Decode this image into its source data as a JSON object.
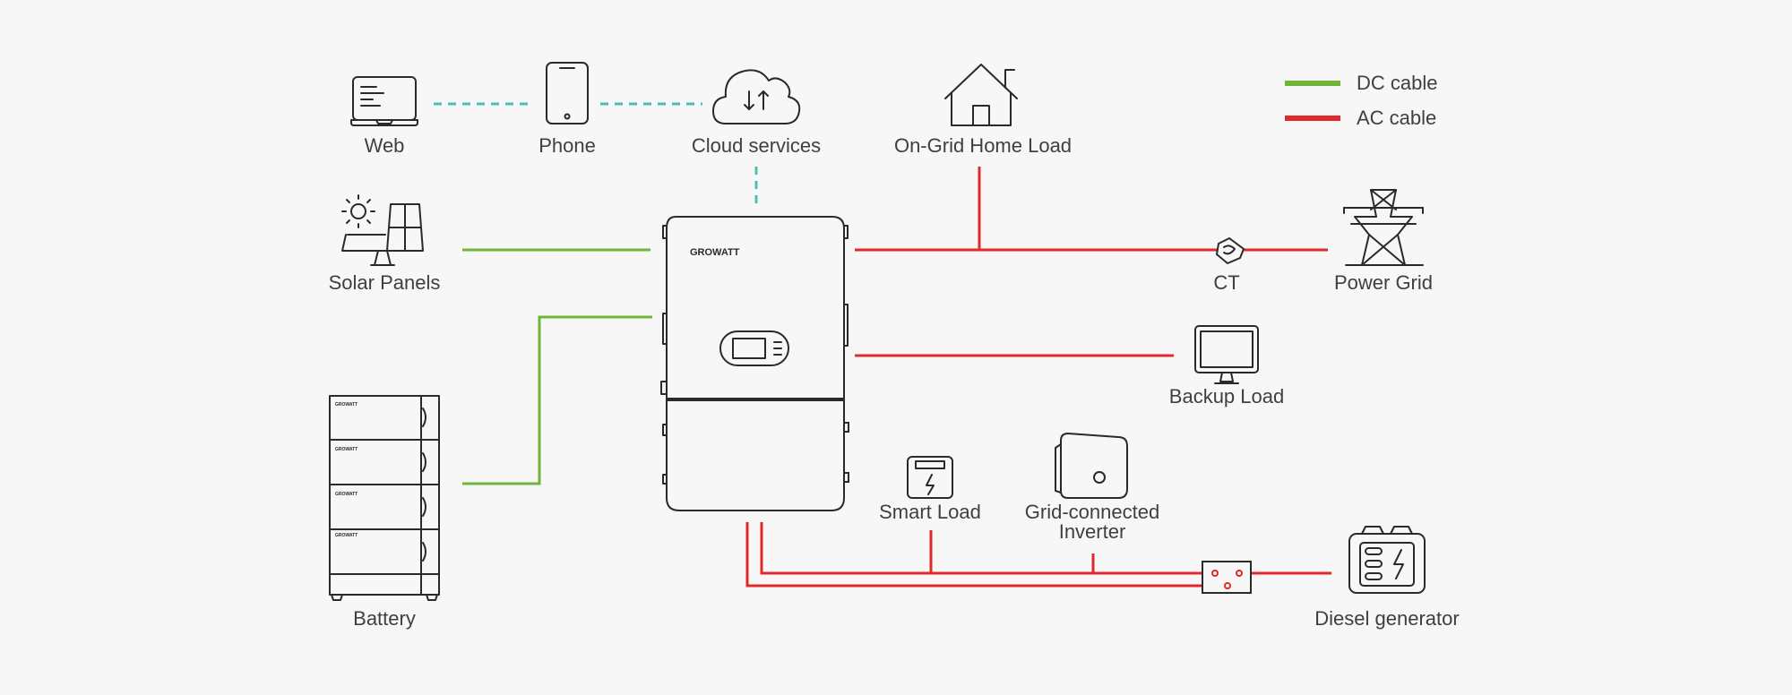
{
  "colors": {
    "dc": "#72b43a",
    "ac": "#e1282b",
    "comm": "#4dbdb0",
    "line": "#2a2a2a",
    "text": "#3f3f3f"
  },
  "legend": [
    {
      "label": "DC cable",
      "color": "#72b43a"
    },
    {
      "label": "AC cable",
      "color": "#e1282b"
    }
  ],
  "nodes": {
    "web": {
      "label": "Web",
      "icon": "laptop-icon"
    },
    "phone": {
      "label": "Phone",
      "icon": "phone-icon"
    },
    "cloud": {
      "label": "Cloud services",
      "icon": "cloud-icon"
    },
    "home_load": {
      "label": "On-Grid Home Load",
      "icon": "house-icon"
    },
    "solar": {
      "label": "Solar Panels",
      "icon": "solar-panel-icon"
    },
    "battery": {
      "label": "Battery",
      "icon": "battery-stack-icon"
    },
    "inverter": {
      "brand": "GROWATT",
      "icon": "inverter-icon"
    },
    "ct": {
      "label": "CT",
      "icon": "current-transformer-icon"
    },
    "grid": {
      "label": "Power Grid",
      "icon": "power-tower-icon"
    },
    "backup_load": {
      "label": "Backup Load",
      "icon": "monitor-icon"
    },
    "smart_load": {
      "label": "Smart Load",
      "icon": "smart-meter-icon"
    },
    "grid_inverter": {
      "label_line1": "Grid-connected",
      "label_line2": "Inverter",
      "icon": "grid-inverter-icon"
    },
    "diesel": {
      "label": "Diesel generator",
      "icon": "generator-icon"
    },
    "switch": {
      "icon": "switch-box-icon"
    }
  }
}
